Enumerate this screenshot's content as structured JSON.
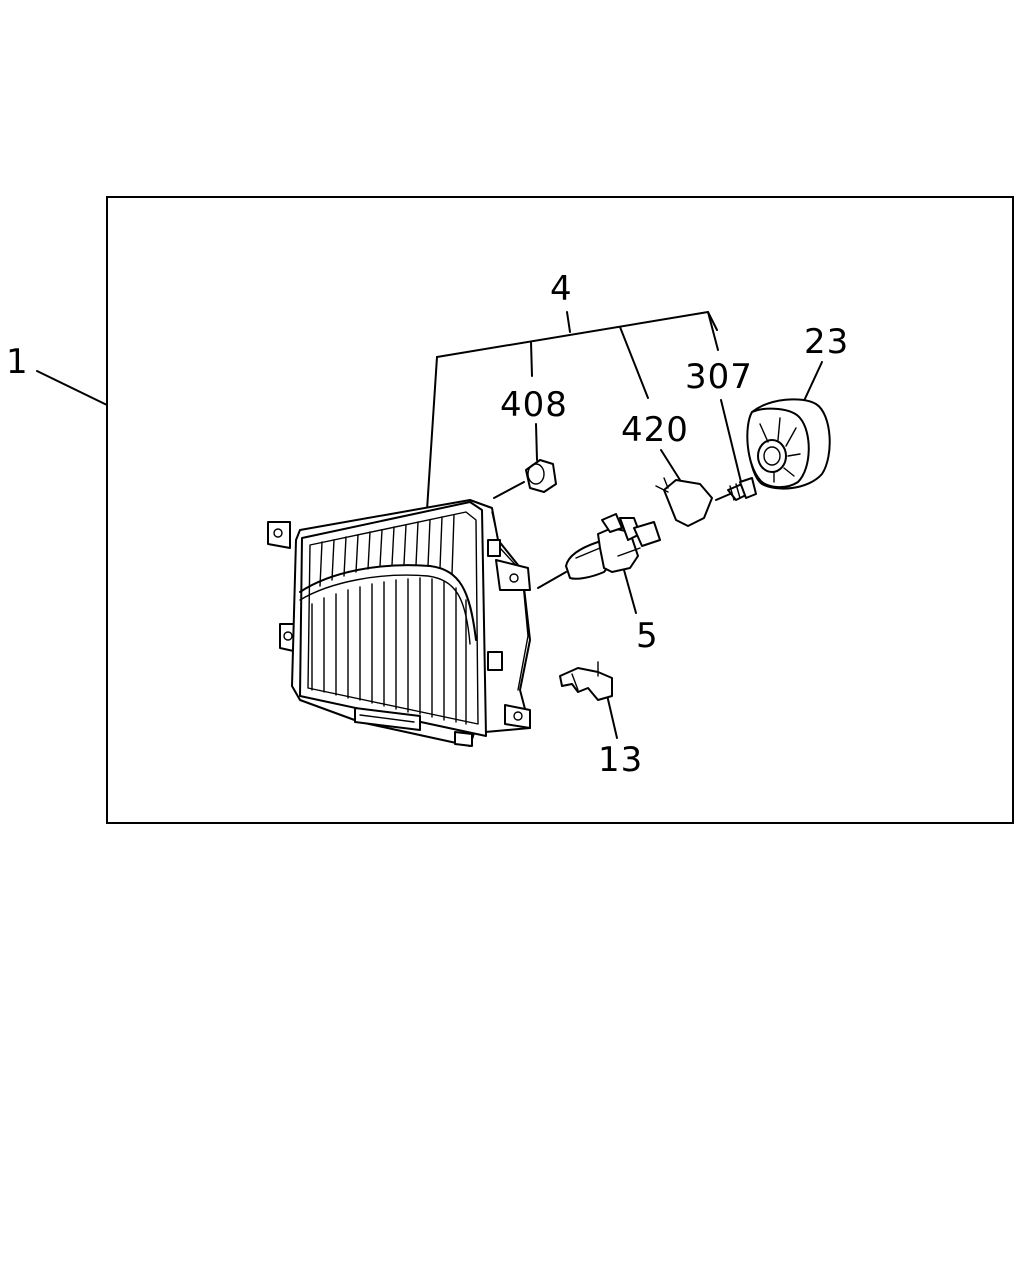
{
  "diagram": {
    "callouts": {
      "c1": "1",
      "c4": "4",
      "c408": "408",
      "c420": "420",
      "c307": "307",
      "c23": "23",
      "c5": "5",
      "c13": "13"
    }
  }
}
